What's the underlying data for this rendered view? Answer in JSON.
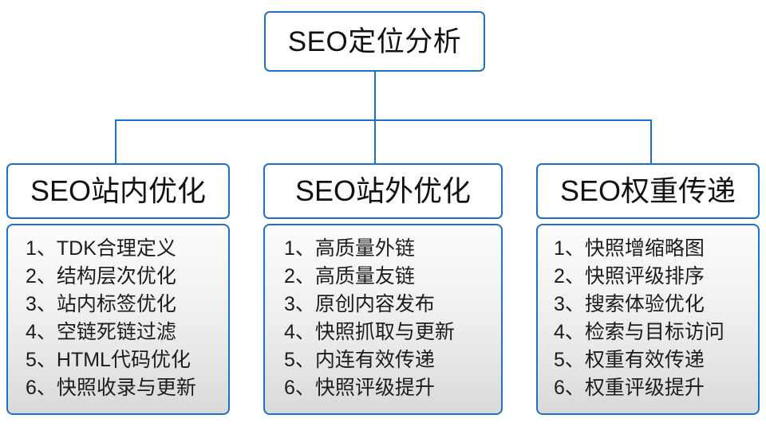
{
  "diagram": {
    "title": "SEO定位分析",
    "accent_color": "#1f72c0",
    "text_color": "#111111",
    "root": {
      "label": "SEO定位分析"
    },
    "branches": [
      {
        "header": "SEO站内优化",
        "items": [
          "1、TDK合理定义",
          "2、结构层次优化",
          "3、站内标签优化",
          "4、空链死链过滤",
          "5、HTML代码优化",
          "6、快照收录与更新"
        ]
      },
      {
        "header": "SEO站外优化",
        "items": [
          "1、高质量外链",
          "2、高质量友链",
          "3、原创内容发布",
          "4、快照抓取与更新",
          "5、内连有效传递",
          "6、快照评级提升"
        ]
      },
      {
        "header": "SEO权重传递",
        "items": [
          "1、快照增缩略图",
          "2、快照评级排序",
          "3、搜索体验优化",
          "4、检索与目标访问",
          "5、权重有效传递",
          "6、权重评级提升"
        ]
      }
    ]
  }
}
